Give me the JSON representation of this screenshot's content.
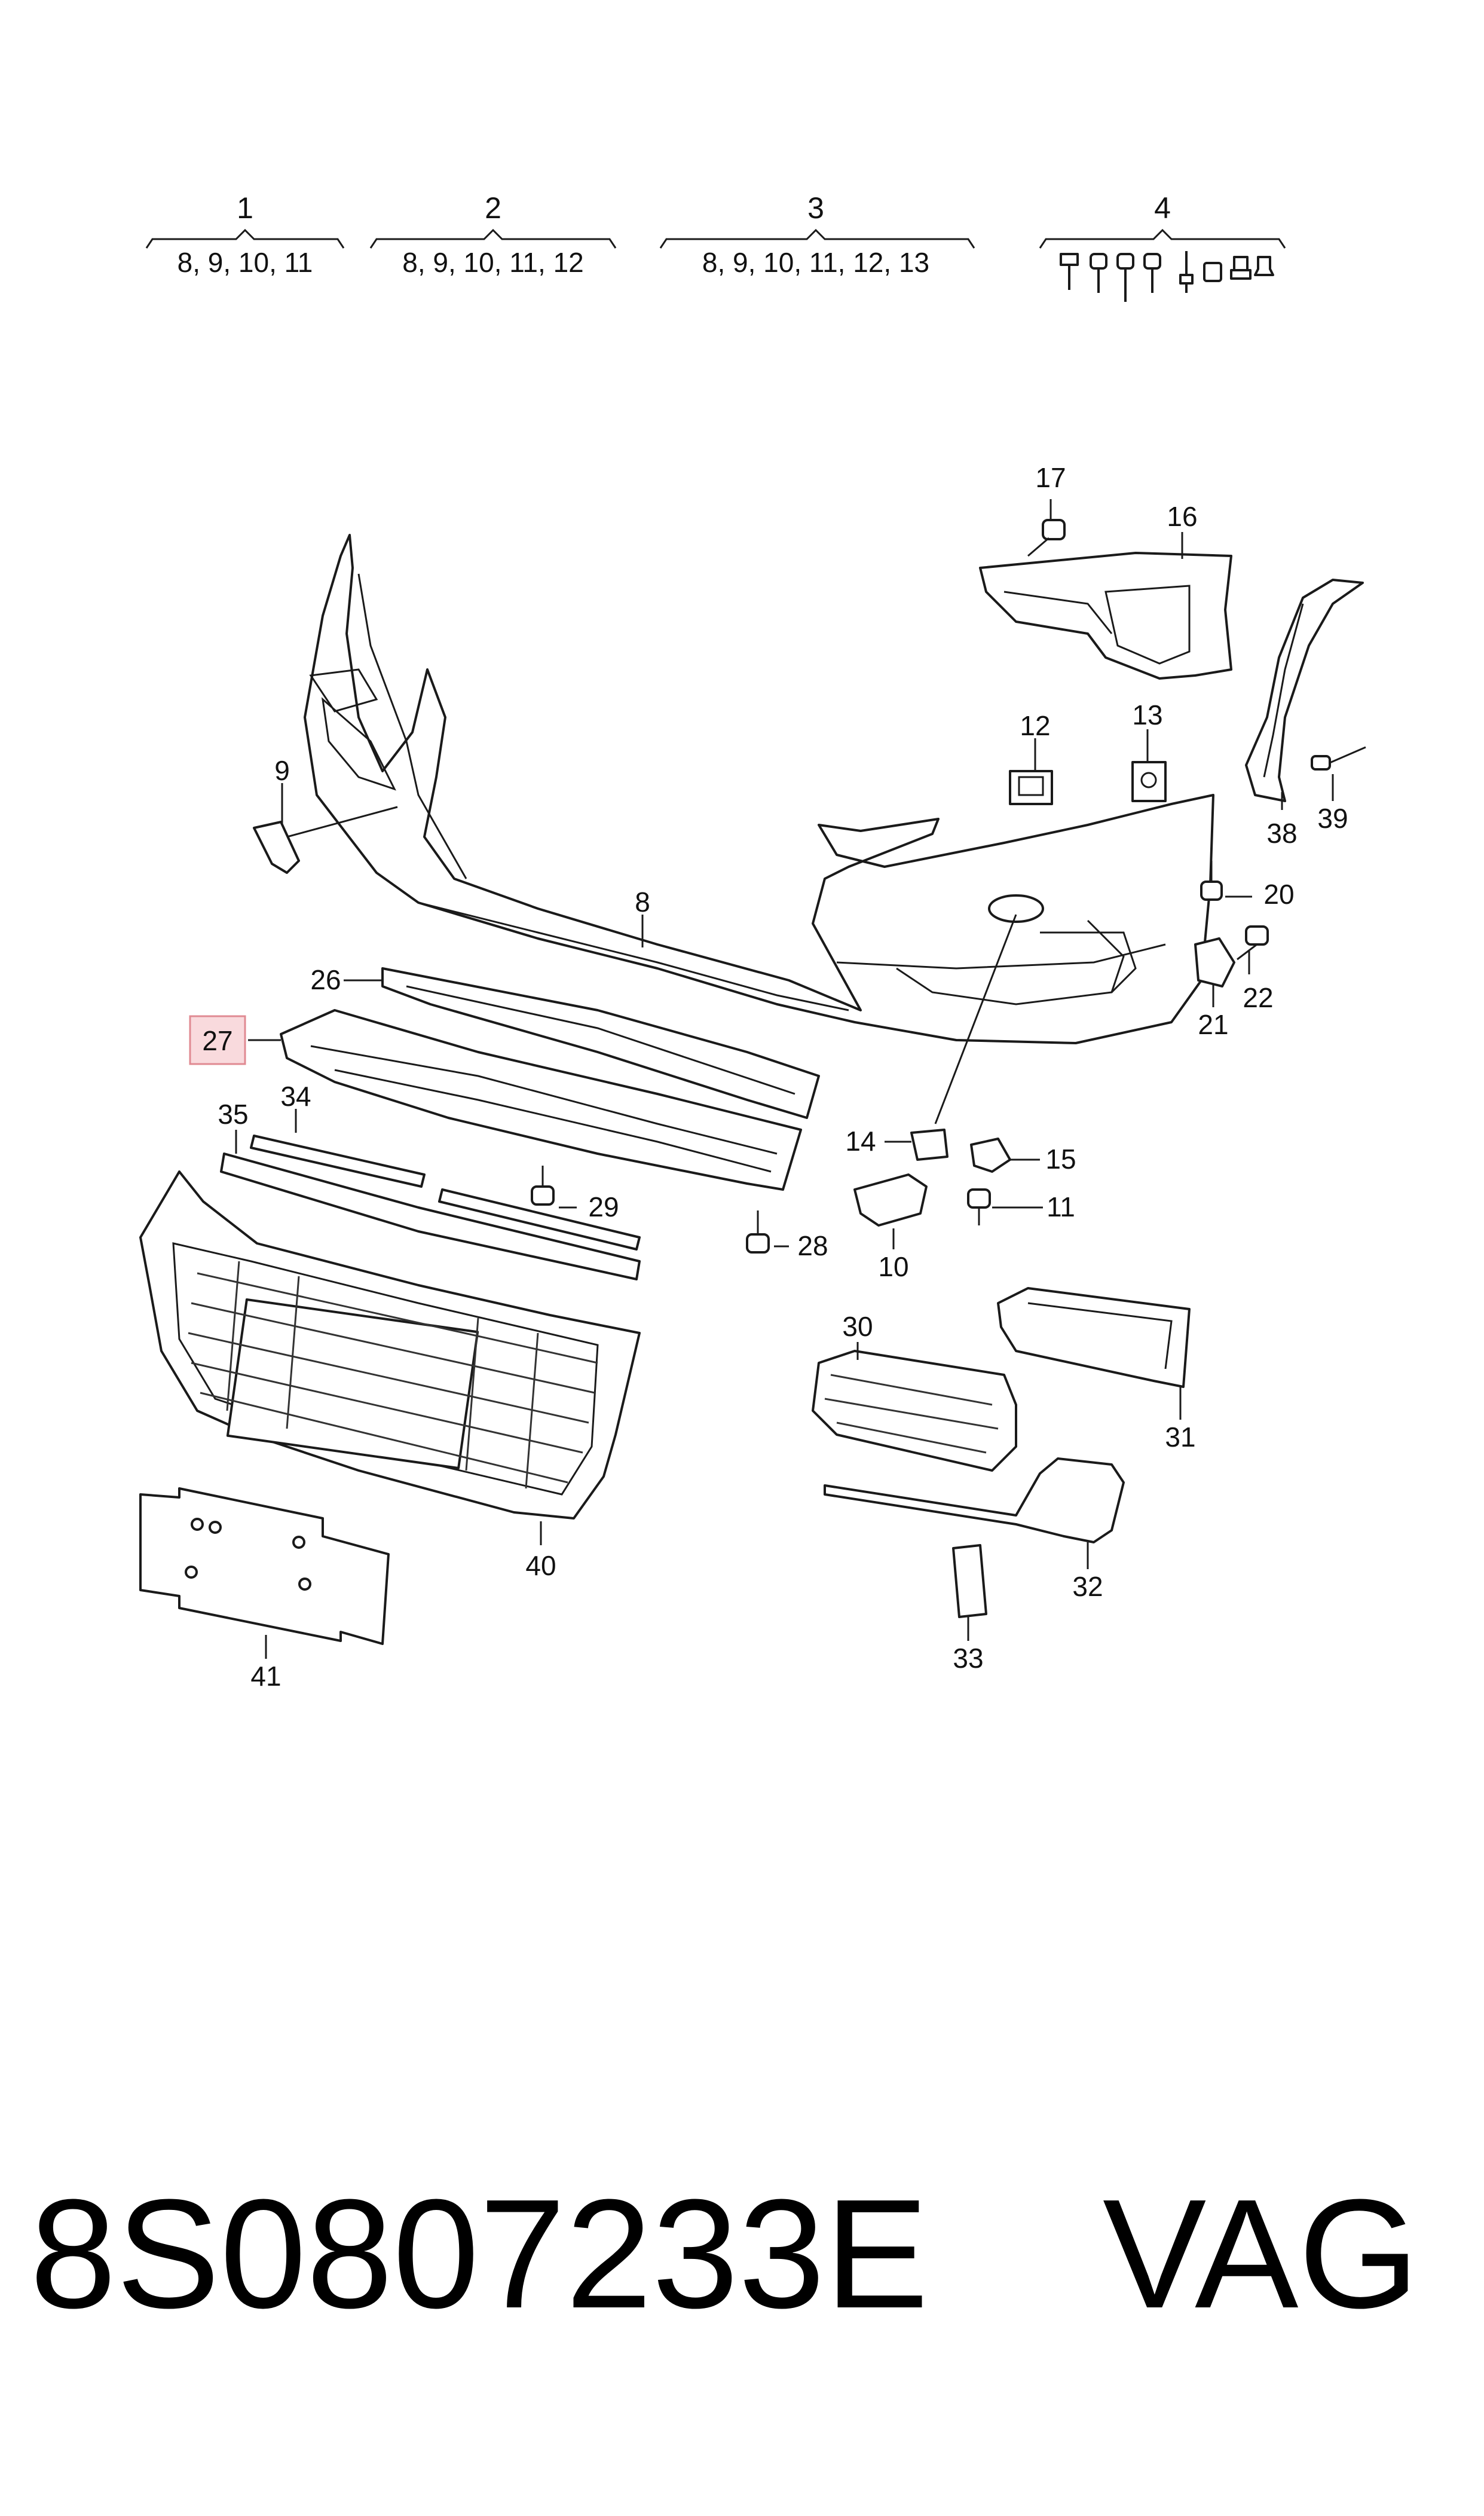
{
  "kits": [
    {
      "number": "1",
      "contents": "8, 9, 10, 11"
    },
    {
      "number": "2",
      "contents": "8, 9, 10, 11, 12"
    },
    {
      "number": "3",
      "contents": "8, 9, 10, 11, 12, 13"
    },
    {
      "number": "4",
      "contents": ""
    }
  ],
  "callouts": {
    "c8": "8",
    "c9": "9",
    "c10": "10",
    "c11": "11",
    "c12": "12",
    "c13": "13",
    "c14": "14",
    "c15": "15",
    "c16": "16",
    "c17": "17",
    "c20": "20",
    "c21": "21",
    "c22": "22",
    "c26": "26",
    "c27": "27",
    "c28": "28",
    "c29": "29",
    "c30": "30",
    "c31": "31",
    "c32": "32",
    "c33": "33",
    "c34": "34",
    "c35": "35",
    "c38": "38",
    "c39": "39",
    "c40": "40",
    "c41": "41"
  },
  "highlight_color": "#f9dadd",
  "highlight_border": "#e08a92",
  "footer": {
    "part_number": "8S0807233E",
    "brand": "VAG"
  }
}
